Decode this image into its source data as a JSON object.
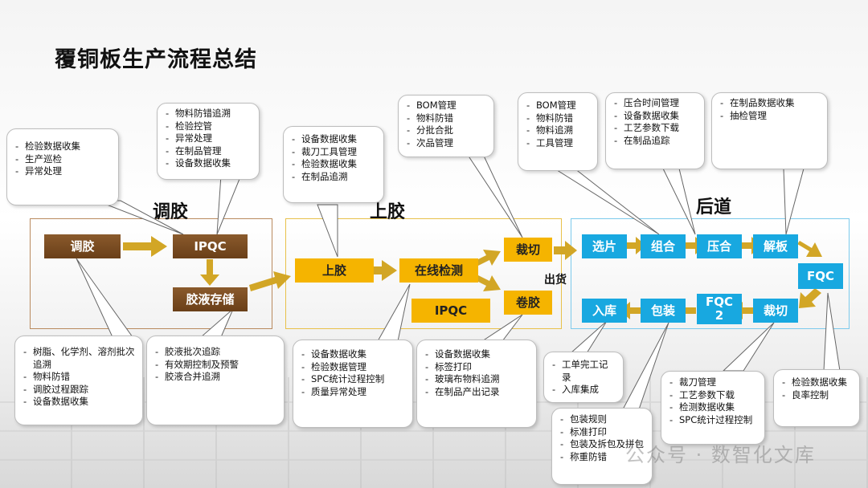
{
  "title": "覆铜板生产流程总结",
  "sections": {
    "tiaojiao": "调胶",
    "shangjiao": "上胶",
    "houdao": "后道"
  },
  "boxes": {
    "tiaojiao": "调胶",
    "ipqc1": "IPQC",
    "jiaoye": "胶液存储",
    "shangjiao": "上胶",
    "zaixian": "在线检测",
    "ipqc2": "IPQC",
    "caiqie1": "裁切",
    "juanjiao": "卷胶",
    "xuanpian": "选片",
    "zuhe": "组合",
    "yahe": "压合",
    "jieban": "解板",
    "fqc": "FQC",
    "caiqie2": "裁切",
    "fqc2": "FQC\n2",
    "baozhuang": "包装",
    "ruku": "入库"
  },
  "chuhuo": "出货",
  "notes": {
    "n1": [
      "检验数据收集",
      "生产巡检",
      "异常处理"
    ],
    "n2": [
      "物料防错追溯",
      "检验控管",
      "异常处理",
      "在制品管理",
      "设备数据收集"
    ],
    "n3": [
      "设备数据收集",
      "裁刀工具管理",
      "检验数据收集",
      "在制品追溯"
    ],
    "n4": [
      "BOM管理",
      "物料防错",
      "分批合批",
      "次品管理"
    ],
    "n5": [
      "BOM管理",
      "物料防错",
      "物料追溯",
      "工具管理"
    ],
    "n6": [
      "压合时间管理",
      "设备数据收集",
      "工艺参数下载",
      "在制品追踪"
    ],
    "n7": [
      "在制品数据收集",
      "抽检管理"
    ],
    "n8": [
      "树脂、化学剂、溶剂批次追溯",
      "物料防错",
      "调胶过程跟踪",
      "设备数据收集"
    ],
    "n9": [
      "胶液批次追踪",
      "有效期控制及预警",
      "胶液合并追溯"
    ],
    "n10": [
      "设备数据收集",
      "检验数据管理",
      "SPC统计过程控制",
      "质量异常处理"
    ],
    "n11": [
      "设备数据收集",
      "标签打印",
      "玻璃布物料追溯",
      "在制品产出记录"
    ],
    "n12": [
      "工单完工记录",
      "入库集成"
    ],
    "n13": [
      "包装规则",
      "标准打印",
      "包装及拆包及拼包",
      "称重防错"
    ],
    "n14": [
      "裁刀管理",
      "工艺参数下载",
      "检测数据收集",
      "SPC统计过程控制"
    ],
    "n15": [
      "检验数据收集",
      "良率控制"
    ]
  },
  "watermark": "公众号 · 数智化文库"
}
